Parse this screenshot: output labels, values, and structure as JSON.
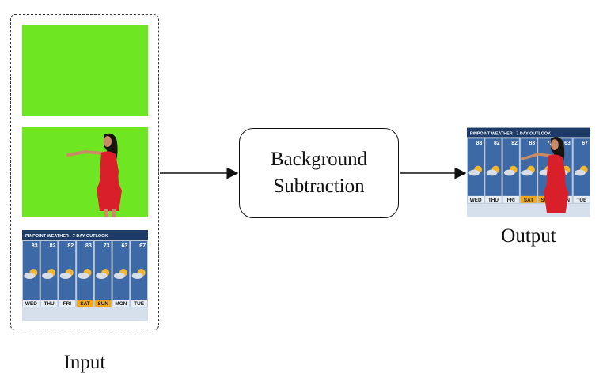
{
  "input": {
    "caption": "Input",
    "weather_banner": "PINPOINT WEATHER - 7 DAY OUTLOOK"
  },
  "process": {
    "line1": "Background",
    "line2": "Subtraction"
  },
  "output": {
    "caption": "Output",
    "weather_banner": "PINPOINT WEATHER - 7 DAY OUTLOOK"
  },
  "forecast": {
    "days": [
      "WED",
      "THU",
      "FRI",
      "SAT",
      "SUN",
      "MON",
      "TUE"
    ],
    "highs": [
      "83",
      "82",
      "82",
      "83",
      "73",
      "63",
      "67"
    ],
    "highlight_days": [
      "SAT",
      "SUN"
    ]
  },
  "colors": {
    "green_screen": "#6ee621",
    "presenter_dress": "#d81f2a"
  }
}
